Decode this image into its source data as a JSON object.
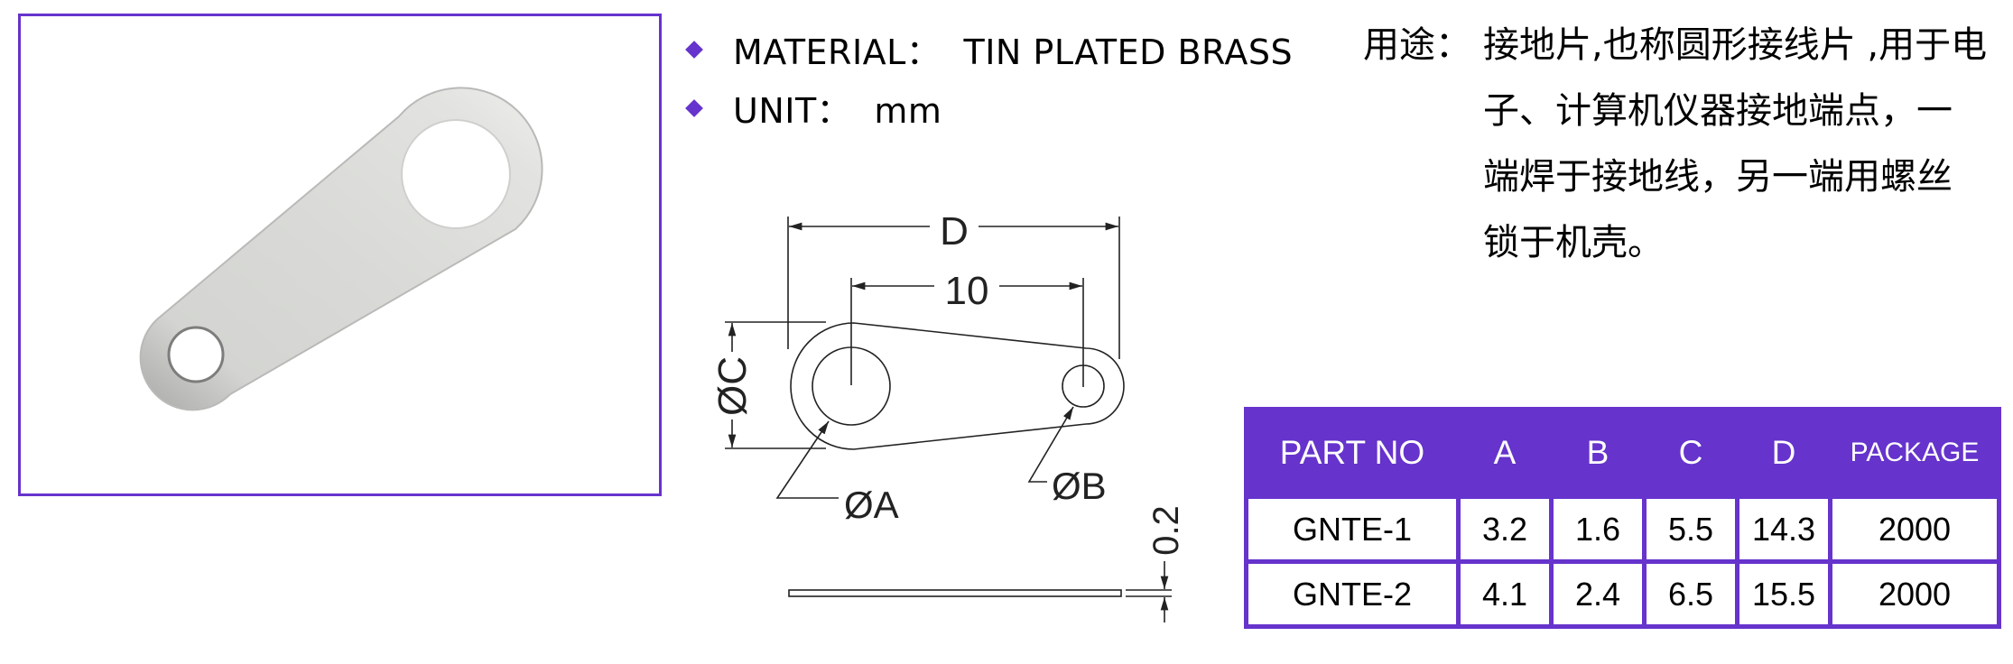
{
  "colors": {
    "accent": "#6633cc",
    "header_text": "#ffffff",
    "line": "#222222"
  },
  "photo": {
    "icon": "grounding-tab-photo"
  },
  "specs": {
    "items": [
      {
        "icon": "diamond-bullet-icon",
        "text": "MATERIAL：  TIN PLATED BRASS"
      },
      {
        "icon": "diamond-bullet-icon",
        "text": "UNIT：  mm"
      }
    ]
  },
  "usage": {
    "label": "用途：",
    "lines": [
      "接地片,也称圆形接线片 ,用于电",
      "子、计算机仪器接地端点，一",
      "端焊于接地线，另一端用螺丝",
      "锁于机壳。"
    ]
  },
  "drawing": {
    "dim_d": "D",
    "dim_pitch": "10",
    "dim_c": "ØC",
    "dim_a": "ØA",
    "dim_b": "ØB",
    "dim_thickness": "0.2"
  },
  "table": {
    "headers": [
      "PART NO",
      "A",
      "B",
      "C",
      "D",
      "PACKAGE"
    ],
    "rows": [
      [
        "GNTE-1",
        "3.2",
        "1.6",
        "5.5",
        "14.3",
        "2000"
      ],
      [
        "GNTE-2",
        "4.1",
        "2.4",
        "6.5",
        "15.5",
        "2000"
      ]
    ]
  }
}
